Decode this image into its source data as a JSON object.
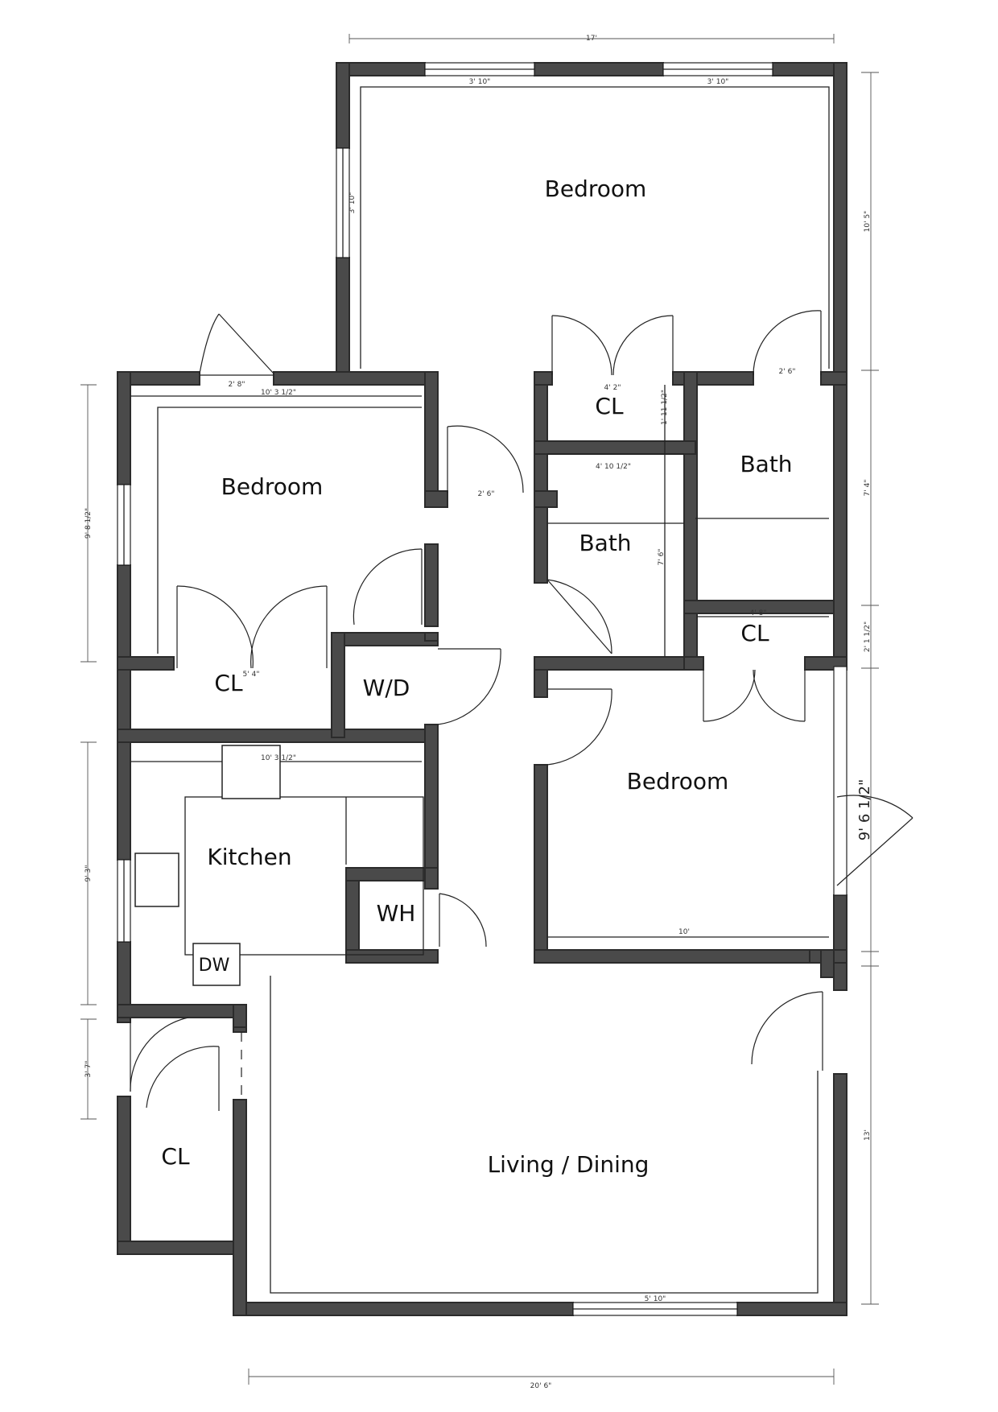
{
  "rooms": {
    "bedroom_main": "Bedroom",
    "bedroom_left": "Bedroom",
    "bedroom_right": "Bedroom",
    "cl_top": "CL",
    "cl_left": "CL",
    "cl_right": "CL",
    "cl_bottom": "CL",
    "bath_top": "Bath",
    "bath_mid": "Bath",
    "wd": "W/D",
    "kitchen": "Kitchen",
    "wh": "WH",
    "dw": "DW",
    "living": "Living / Dining"
  },
  "dims": {
    "top_width": "17'",
    "right_top": "10' 5\"",
    "right_mid": "7' 4\"",
    "right_small": "2' 1 1/2\"",
    "right_bedroom": "9' 6 1/2\"",
    "right_bottom": "13'",
    "bottom_width": "20' 6\"",
    "left_bedroom_width": "10' 3 1/2\"",
    "left_bedroom_height": "9' 8 1/2\"",
    "kitchen_width": "10' 3 1/2\"",
    "kitchen_height": "9' 3\"",
    "left_bottom": "3' 7\"",
    "bath_width": "4' 10 1/2\"",
    "bath_height": "7' 6\"",
    "cl_right_width": "4' 8\"",
    "bedroom_right_width": "10'",
    "window_main_left": "3' 10\"",
    "window_top_1": "3' 10\"",
    "window_top_2": "3' 10\"",
    "cl_top_door": "4' 2\"",
    "cl_top_depth": "1' 11 1/2\"",
    "bath_top_door": "2' 6\"",
    "hall_door": "2' 6\"",
    "entry_door": "2' 8\"",
    "cl_left_door": "5' 4\"",
    "living_window": "5' 10\""
  }
}
